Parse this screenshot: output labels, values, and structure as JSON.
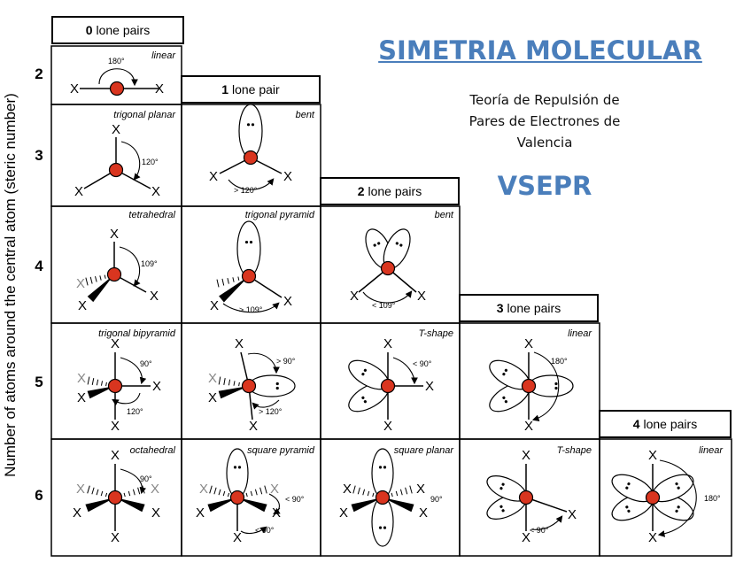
{
  "header": {
    "title": "SIMETRIA MOLECULAR",
    "subtitle_lines": [
      "Teoría de Repulsión de",
      "Pares de Electrones de",
      "Valencia"
    ],
    "acronym": "VSEPR"
  },
  "axis": {
    "y_label": "Number of atoms around the central atom (steric number)"
  },
  "rows": [
    "2",
    "3",
    "4",
    "5",
    "6"
  ],
  "columns": [
    {
      "count": "0",
      "text": "lone pairs"
    },
    {
      "count": "1",
      "text": "lone pair"
    },
    {
      "count": "2",
      "text": "lone pairs"
    },
    {
      "count": "3",
      "text": "lone pairs"
    },
    {
      "count": "4",
      "text": "lone pairs"
    }
  ],
  "geometries": {
    "r2c0": "linear",
    "r3c0": "trigonal planar",
    "r3c1": "bent",
    "r4c0": "tetrahedral",
    "r4c1": "trigonal pyramid",
    "r4c2": "bent",
    "r5c0": "trigonal bipyramid",
    "r5c1": "",
    "r5c2": "T-shape",
    "r5c3": "linear",
    "r6c0": "octahedral",
    "r6c1": "square pyramid",
    "r6c2": "square planar",
    "r6c3": "T-shape",
    "r6c4": "linear"
  },
  "angles": {
    "a180": "180°",
    "a120": "120°",
    "agt120": "> 120°",
    "a109": "109°",
    "agt109": "> 109°",
    "alt109": "< 109°",
    "a90": "90°",
    "agt90": "> 90°",
    "alt90": "< 90°",
    "a180b": "180°"
  },
  "colors": {
    "atom": "#d9351f",
    "accent": "#4a7ebb",
    "grid": "#000000"
  },
  "symbols": {
    "ligand": "X"
  }
}
